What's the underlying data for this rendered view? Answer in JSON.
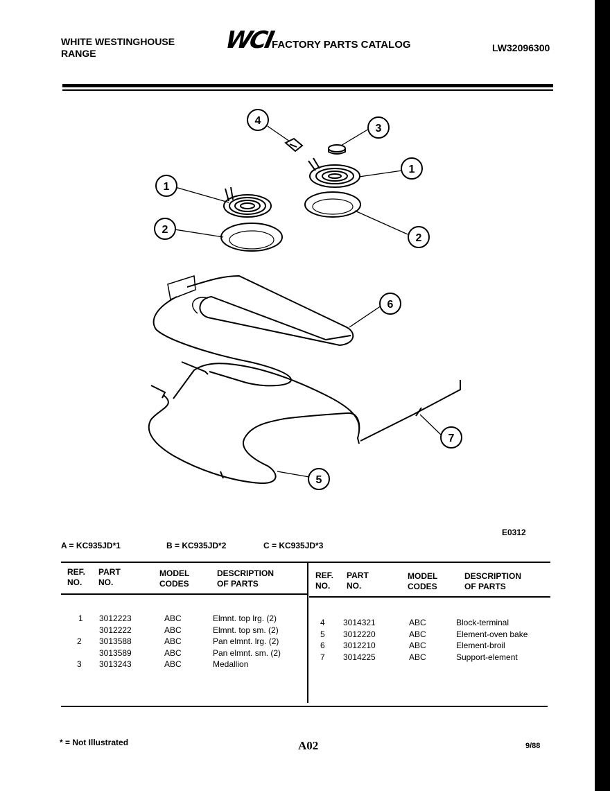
{
  "header": {
    "brand_line1": "WHITE WESTINGHOUSE",
    "brand_line2": "RANGE",
    "logo": "WCI",
    "catalog_title": "FACTORY PARTS CATALOG",
    "catalog_number": "LW32096300"
  },
  "diagram": {
    "code": "E0312",
    "callouts": [
      "1",
      "2",
      "3",
      "4",
      "5",
      "6",
      "7"
    ]
  },
  "models": [
    {
      "label": "A = KC935JD*1"
    },
    {
      "label": "B = KC935JD*2"
    },
    {
      "label": "C = KC935JD*3"
    }
  ],
  "table": {
    "columns": {
      "ref": [
        "REF.",
        "NO."
      ],
      "part": [
        "PART",
        "NO."
      ],
      "model": [
        "MODEL",
        "CODES"
      ],
      "desc": [
        "DESCRIPTION",
        "OF PARTS"
      ]
    },
    "left_rows": [
      {
        "ref": "1",
        "part": "3012223",
        "codes": "ABC",
        "desc": "Elmnt. top lrg. (2)"
      },
      {
        "ref": "",
        "part": "3012222",
        "codes": "ABC",
        "desc": "Elmnt. top sm. (2)"
      },
      {
        "ref": "2",
        "part": "3013588",
        "codes": "ABC",
        "desc": "Pan elmnt. lrg. (2)"
      },
      {
        "ref": "",
        "part": "3013589",
        "codes": "ABC",
        "desc": "Pan elmnt. sm. (2)"
      },
      {
        "ref": "3",
        "part": "3013243",
        "codes": "ABC",
        "desc": "Medallion"
      }
    ],
    "right_rows": [
      {
        "ref": "4",
        "part": "3014321",
        "codes": "ABC",
        "desc": "Block-terminal"
      },
      {
        "ref": "5",
        "part": "3012220",
        "codes": "ABC",
        "desc": "Element-oven bake"
      },
      {
        "ref": "6",
        "part": "3012210",
        "codes": "ABC",
        "desc": "Element-broil"
      },
      {
        "ref": "7",
        "part": "3014225",
        "codes": "ABC",
        "desc": "Support-element"
      }
    ]
  },
  "footer": {
    "note": "* = Not Illustrated",
    "page": "A02",
    "date": "9/88"
  }
}
